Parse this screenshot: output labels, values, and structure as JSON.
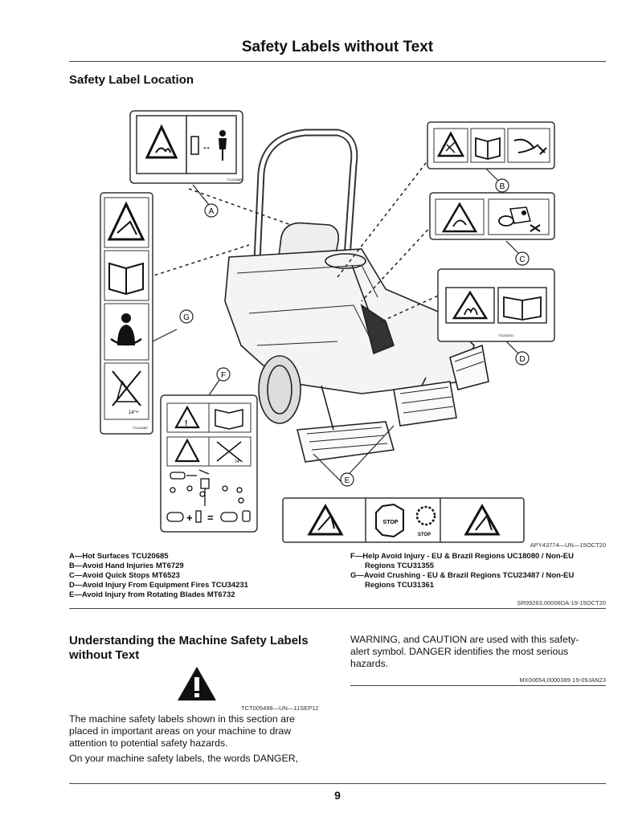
{
  "page": {
    "title": "Safety Labels without Text",
    "number": "9"
  },
  "section1": {
    "heading": "Safety Label Location",
    "figure_code": "APY43774—UN—15OCT20",
    "callouts": [
      "A",
      "B",
      "C",
      "D",
      "E",
      "F",
      "G"
    ],
    "label_codes": [
      "TCU20685",
      "TCU34231",
      "TCU23487"
    ],
    "stop_text": "STOP",
    "angle_text": "14°+",
    "captions_left": [
      "A—Hot Surfaces TCU20685",
      "B—Avoid Hand Injuries MT6729",
      "C—Avoid Quick Stops MT6523",
      "D—Avoid Injury From Equipment Fires TCU34231",
      "E—Avoid Injury from Rotating Blades MT6732"
    ],
    "captions_right": [
      "F—Help Avoid Injury - EU & Brazil Regions UC18080 / Non-EU",
      "Regions TCU31355",
      "G—Avoid Crushing - EU & Brazil Regions TCU23487 / Non-EU",
      "Regions TCU31361"
    ],
    "reference_code": "SR99263,00006DA-19-15OCT20"
  },
  "section2": {
    "heading_line1": "Understanding the Machine Safety Labels",
    "heading_line2": "without Text",
    "icon": "warning-triangle-icon",
    "icon_code": "TCT005498—UN—11SEP12",
    "para1": [
      "The machine safety labels shown in this section are",
      "placed in important areas on your machine to draw",
      "attention to potential safety hazards."
    ],
    "para2": [
      "On your machine safety labels, the words DANGER,"
    ],
    "para3": [
      "WARNING, and CAUTION are used with this safety-",
      "alert symbol. DANGER identifies the most serious",
      "hazards."
    ],
    "reference_code": "MX00654,0000389-19-09JAN23"
  },
  "colors": {
    "text": "#111111",
    "rule": "#444444"
  }
}
